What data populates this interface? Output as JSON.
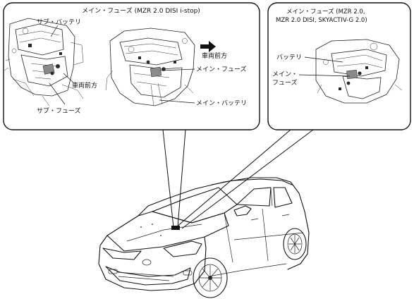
{
  "left_panel": {
    "title": "メイン・フューズ (MZR 2.0 DISI i-stop)",
    "labels": {
      "sub_battery": "サブ・バッテリ",
      "vehicle_front_a": "車両前方",
      "sub_fuse": "サブ・フューズ",
      "vehicle_front_b": "車両前方",
      "main_fuse": "メイン・フューズ",
      "main_battery": "メイン・バッテリ"
    }
  },
  "right_panel": {
    "title_line1": "メイン・フューズ (MZR 2.0,",
    "title_line2": "MZR 2.0 DISI, SKYACTIV-G 2.0)",
    "labels": {
      "battery": "バッテリ",
      "main_fuse_line1": "メイン・",
      "main_fuse_line2": "フューズ"
    }
  }
}
